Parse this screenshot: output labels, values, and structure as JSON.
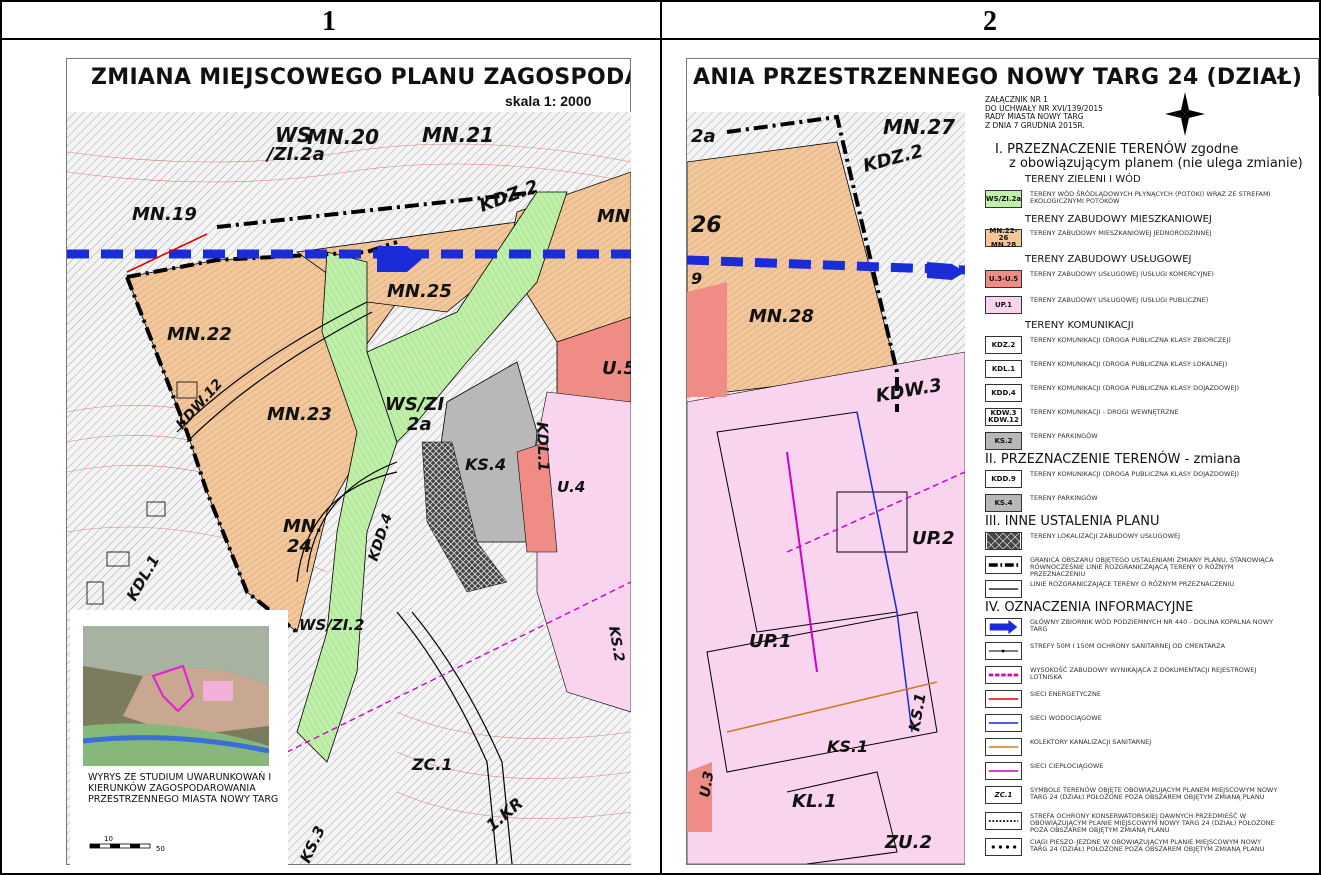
{
  "panels": {
    "left_number": "1",
    "right_number": "2"
  },
  "left_sheet": {
    "title": "ZMIANA MIEJSCOWEGO PLANU ZAGOSPODAROW",
    "scale": "skala 1: 2000",
    "labels": {
      "mn20": "MN.20",
      "mn21": "MN.21",
      "ws_zl_2a_top": "WS",
      "ws_zl_2a_top2": "/ZI.2a",
      "kdz2": "KDZ.2",
      "mn19": "MN.19",
      "mn25": "MN.25",
      "mn_right": "MN.",
      "mn22": "MN.22",
      "kdw12": "KDW.12",
      "mn23": "MN.23",
      "ws_zl_center1": "WS/ZI",
      "ws_zl_center2": "2a",
      "ks4": "KS.4",
      "kdl1": "KDL.1",
      "u4": "U.4",
      "u5": "U.5",
      "mn24a": "MN.",
      "mn24b": "24",
      "kdd4": "KDD.4",
      "kdl1_left": "KDL.1",
      "ws_zl_bottom": "WS/ZI.2",
      "zc1": "ZC.1",
      "kr1": "1.KR",
      "ks3": "KS.3",
      "ks2": "KS.2"
    },
    "inset_caption": "WYRYS ZE STUDIUM UWARUNKOWAŃ I KIERUNKÓW ZAGOSPODAROWANIA PRZESTRZENNEGO MIASTA NOWY TARG",
    "scalebar_label": "10",
    "scalebar_end": "50"
  },
  "right_sheet": {
    "title": "ANIA PRZESTRZENNEGO NOWY TARG 24 (DZIAŁ)",
    "labels": {
      "mn27": "MN.27",
      "kdz2": "KDZ.2",
      "n26": "26",
      "n9": "9",
      "mn28": "MN.28",
      "kdw3": "KDW.3",
      "up2": "UP.2",
      "up1": "UP.1",
      "u3": "U.3",
      "ks1": "KS.1",
      "ks1b": "KS.1",
      "kl1": "KL.1",
      "zu2": "ZU.2",
      "s2a": "2a"
    },
    "legend": {
      "annex": [
        "ZAŁĄCZNIK NR 1",
        "DO UCHWAŁY NR XVI/139/2015",
        "RADY MIASTA NOWY TARG",
        "Z DNIA 7 GRUDNIA 2015r."
      ],
      "sec1_line1": "I. PRZEZNACZENIE TERENÓW zgodne",
      "sec1_line2": "z obowiązującym planem (nie ulega zmianie)",
      "grp_green": "TERENY ZIELENI I WÓD",
      "grp_res": "TERENY ZABUDOWY MIESZKANIOWEJ",
      "grp_serv": "TERENY ZABUDOWY USŁUGOWEJ",
      "grp_comm": "TERENY KOMUNIKACJI",
      "sec2": "II. PRZEZNACZENIE TERENÓW - zmiana",
      "sec3": "III. INNE USTALENIA PLANU",
      "sec4": "IV. OZNACZENIA INFORMACYJNE",
      "items": [
        {
          "sym": "WS/ZI.2a",
          "desc": "TERENY WÓD ŚRÓDLĄDOWYCH PŁYNĄCYCH (POTOKI) WRAZ ZE STREFAMI EKOLOGICZNYMI POTOKÓW"
        },
        {
          "sym": "MN.22-26 MN.28",
          "desc": "TERENY ZABUDOWY MIESZKANIOWEJ JEDNORODZINNEJ"
        },
        {
          "sym": "U.3-U.5",
          "desc": "TERENY ZABUDOWY USŁUGOWEJ (USŁUGI KOMERCYJNE)"
        },
        {
          "sym": "UP.1",
          "desc": "TERENY ZABUDOWY USŁUGOWEJ (USŁUGI PUBLICZNE)"
        },
        {
          "sym": "KDZ.2",
          "desc": "TERENY KOMUNIKACJI (DROGA PUBLICZNA KLASY ZBIORCZEJ)"
        },
        {
          "sym": "KDL.1",
          "desc": "TERENY KOMUNIKACJI (DROGA PUBLICZNA KLASY LOKALNEJ)"
        },
        {
          "sym": "KDD.4",
          "desc": "TERENY KOMUNIKACJI (DROGA PUBLICZNA KLASY DOJAZDOWEJ)"
        },
        {
          "sym": "KDW.3 KDW.12",
          "desc": "TERENY KOMUNIKACJI - DROGI WEWNĘTRZNE"
        },
        {
          "sym": "KS.2",
          "desc": "TERENY PARKINGÓW"
        },
        {
          "sym": "KDD.9",
          "desc": "TERENY KOMUNIKACJI (DROGA PUBLICZNA KLASY DOJAZDOWEJ)"
        },
        {
          "sym": "KS.4",
          "desc": "TERENY PARKINGÓW"
        },
        {
          "sym": "",
          "desc": "TERENY LOKALIZACJI ZABUDOWY USŁUGOWEJ"
        },
        {
          "sym": "",
          "desc": "GRANICA OBSZARU OBJĘTEGO USTALENIAMI ZMIANY PLANU, STANOWIĄCA RÓWNOCZEŚNIE LINIE ROZGRANICZAJĄCĄ TERENY O RÓŻNYM PRZEZNACZENIU"
        },
        {
          "sym": "",
          "desc": "LINIE ROZGRANICZAJĄCE TERENY O RÓŻNYM PRZEZNACZENIU"
        },
        {
          "sym": "",
          "desc": "GŁÓWNY ZBIORNIK WÓD PODZIEMNYCH NR 440 - DOLINA KOPALNA NOWY TARG"
        },
        {
          "sym": "",
          "desc": "STREFY 50m I 150m OCHRONY SANITARNEJ OD CMENTARZA"
        },
        {
          "sym": "",
          "desc": "WYSOKOŚĆ ZABUDOWY WYNIKAJĄCA Z DOKUMENTACJI REJESTROWEJ LOTNISKA"
        },
        {
          "sym": "",
          "desc": "SIECI ENERGETYCZNE"
        },
        {
          "sym": "",
          "desc": "SIECI WODOCIĄGOWE"
        },
        {
          "sym": "",
          "desc": "KOLEKTORY KANALIZACJI SANITARNEJ"
        },
        {
          "sym": "",
          "desc": "SIECI CIEPŁOCIĄGOWE"
        },
        {
          "sym": "ZC.1",
          "desc": "SYMBOLE TERENÓW OBJĘTE OBOWIĄZUJĄCYM PLANEM MIEJSCOWYM NOWY TARG 24 (DZIAŁ) położone poza obszarem objętym zmianą planu"
        },
        {
          "sym": "",
          "desc": "STREFA OCHRONY KONSERWATORSKIEJ DAWNYCH PRZEDMIEŚĆ W OBOWIĄZUJĄCYM PLANIE MIEJSCOWYM NOWY TARG 24 (DZIAŁ) położone poza obszarem objętym zmianą planu"
        },
        {
          "sym": "",
          "desc": "CIĄGI PIESZO-JEZDNE W OBOWIĄZUJĄCYM PLANIE MIEJSCOWYM NOWY TARG 24 (DZIAŁ) położone poza obszarem objętym zmianą planu"
        }
      ]
    }
  },
  "colors": {
    "residential": "#f3c79a",
    "green": "#bff0a8",
    "service": "#f08c86",
    "public": "#f8d4ee",
    "parking": "#b8b8b8",
    "aquifer": "#1a2bd8",
    "boundary": "#000000"
  }
}
